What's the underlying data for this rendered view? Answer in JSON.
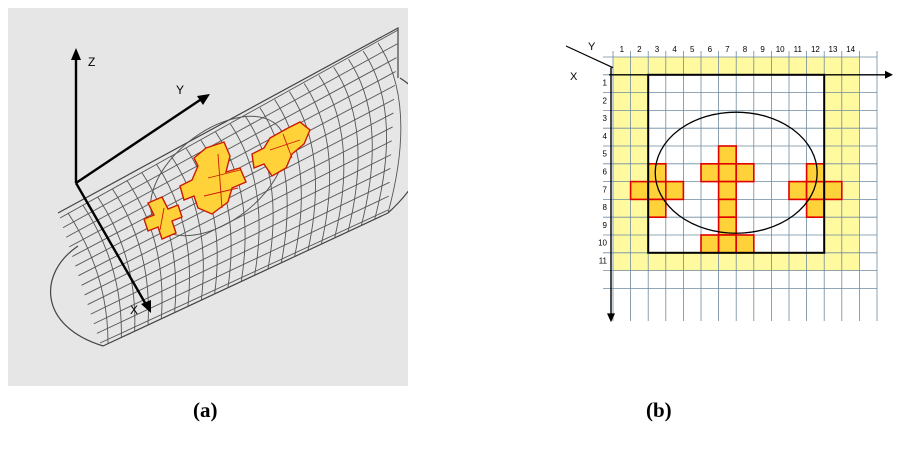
{
  "captions": {
    "a": "(a)",
    "b": "(b)"
  },
  "panel_a": {
    "axis_labels": {
      "z": "Z",
      "y": "Y",
      "x": "X"
    },
    "colors": {
      "background": "#e6e6e6",
      "fill": "#ffd23a",
      "outline": "#cc1a00",
      "mesh": "#555555"
    }
  },
  "panel_b": {
    "axis_labels": {
      "y": "Y",
      "x": "X"
    },
    "columns": [
      "1",
      "2",
      "3",
      "4",
      "5",
      "6",
      "7",
      "8",
      "9",
      "10",
      "11",
      "12",
      "13",
      "14"
    ],
    "rows": [
      "1",
      "2",
      "3",
      "4",
      "5",
      "6",
      "7",
      "8",
      "9",
      "10",
      "11"
    ],
    "colors": {
      "border_fill": "#fffaa0",
      "cell_fill": "#ffd23a",
      "cell_outline": "#e00000",
      "grid": "#6f8aa0"
    }
  }
}
